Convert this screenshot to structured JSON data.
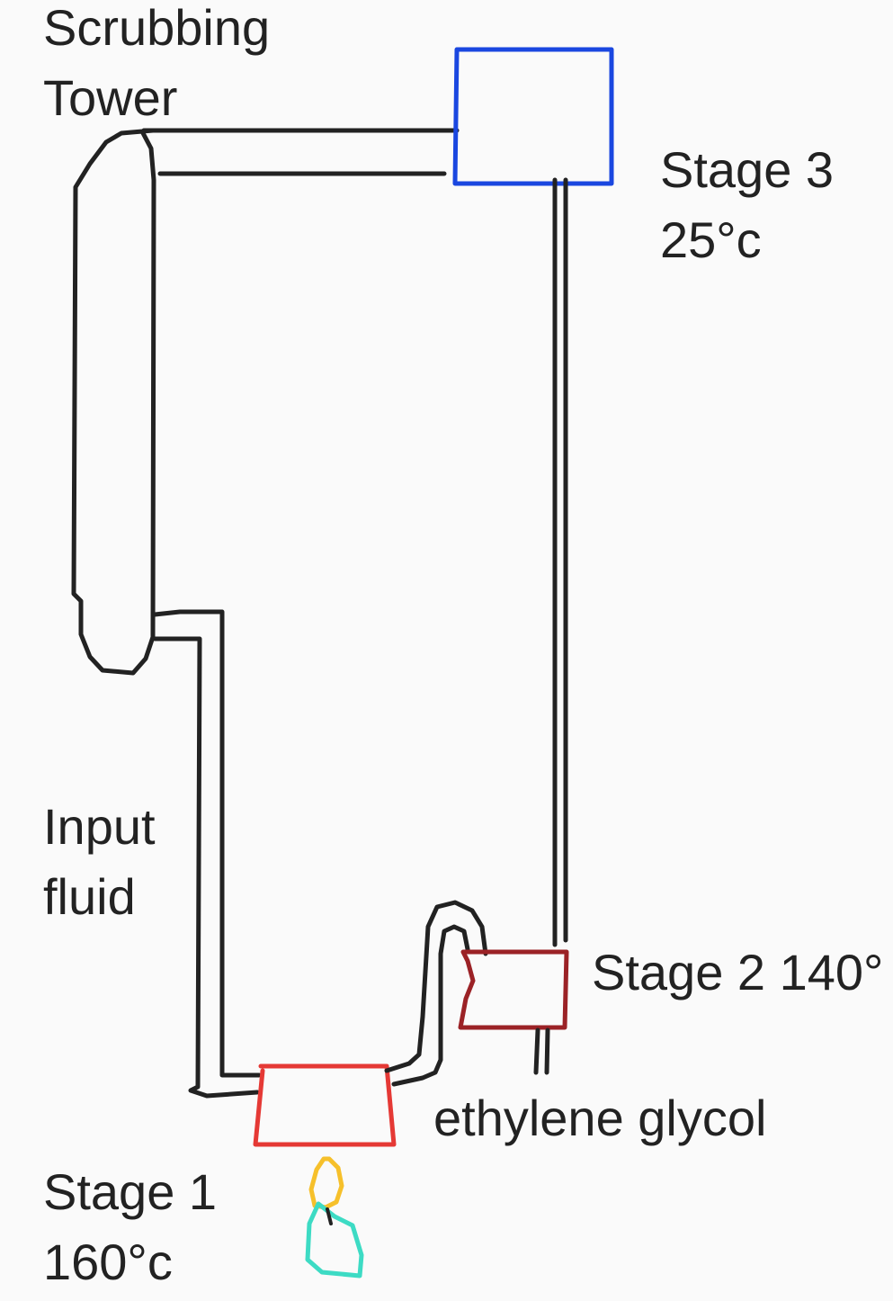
{
  "labels": {
    "scrubbing_tower": [
      "Scrubbing",
      "Tower"
    ],
    "stage3": [
      "Stage 3",
      "25°c"
    ],
    "input_fluid": [
      "Input",
      "fluid"
    ],
    "stage2": "Stage 2 140°",
    "ethylene_glycol": "ethylene glycol",
    "stage1": [
      "Stage 1",
      "160°c"
    ]
  },
  "colors": {
    "background": "#fafafa",
    "pipe": "#222222",
    "stage1_box": "#e53935",
    "stage2_box": "#9b2226",
    "stage3_box": "#1a47e0",
    "flame_outer": "#f6c02b",
    "flame_base": "#3ddbc4"
  }
}
